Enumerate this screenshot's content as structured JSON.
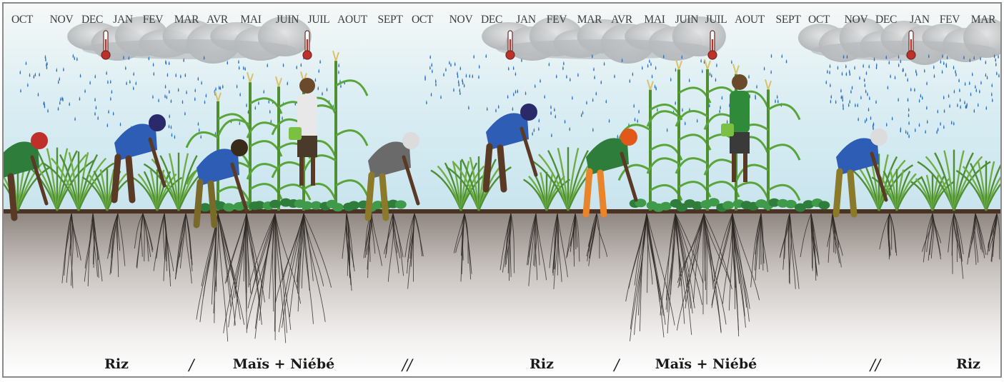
{
  "months": [
    "OCT",
    "NOV",
    "DEC",
    "JAN",
    "FEV",
    "MAR",
    "AVR",
    "MAI",
    "JUIN",
    "JUIL",
    "AOUT",
    "SEPT",
    "OCT",
    "NOV",
    "DEC",
    "JAN",
    "FEV",
    "MAR",
    "AVR",
    "MAI",
    "JUIN",
    "JUIL",
    "AOUT",
    "SEPT",
    "OCT",
    "NOV",
    "DEC",
    "JAN",
    "FEV",
    "MAR"
  ],
  "crop_labels": [
    "Riz",
    "/",
    "Maïs + Niébé",
    "//",
    "Riz",
    "/",
    "Maïs + Niébé",
    "//",
    "Riz"
  ],
  "colors": {
    "sky_top": "#f4f7f6",
    "sky_bottom": "#cfe7ef",
    "rain": "#2f6fbf",
    "cloud": "#c9c9c9",
    "soil_top": "#9a928c",
    "soil_bottom": "#ffffff",
    "ground_line": "#4a3322",
    "foliage": "#5aa53a",
    "cowpea": "#2f7d3a",
    "roots": "#2b2522"
  },
  "icons": [
    "cloud-icon",
    "rain-icon",
    "thermometer-icon",
    "farmer-icon",
    "rice-plant-icon",
    "maize-plant-icon",
    "cowpea-icon",
    "root-icon"
  ]
}
